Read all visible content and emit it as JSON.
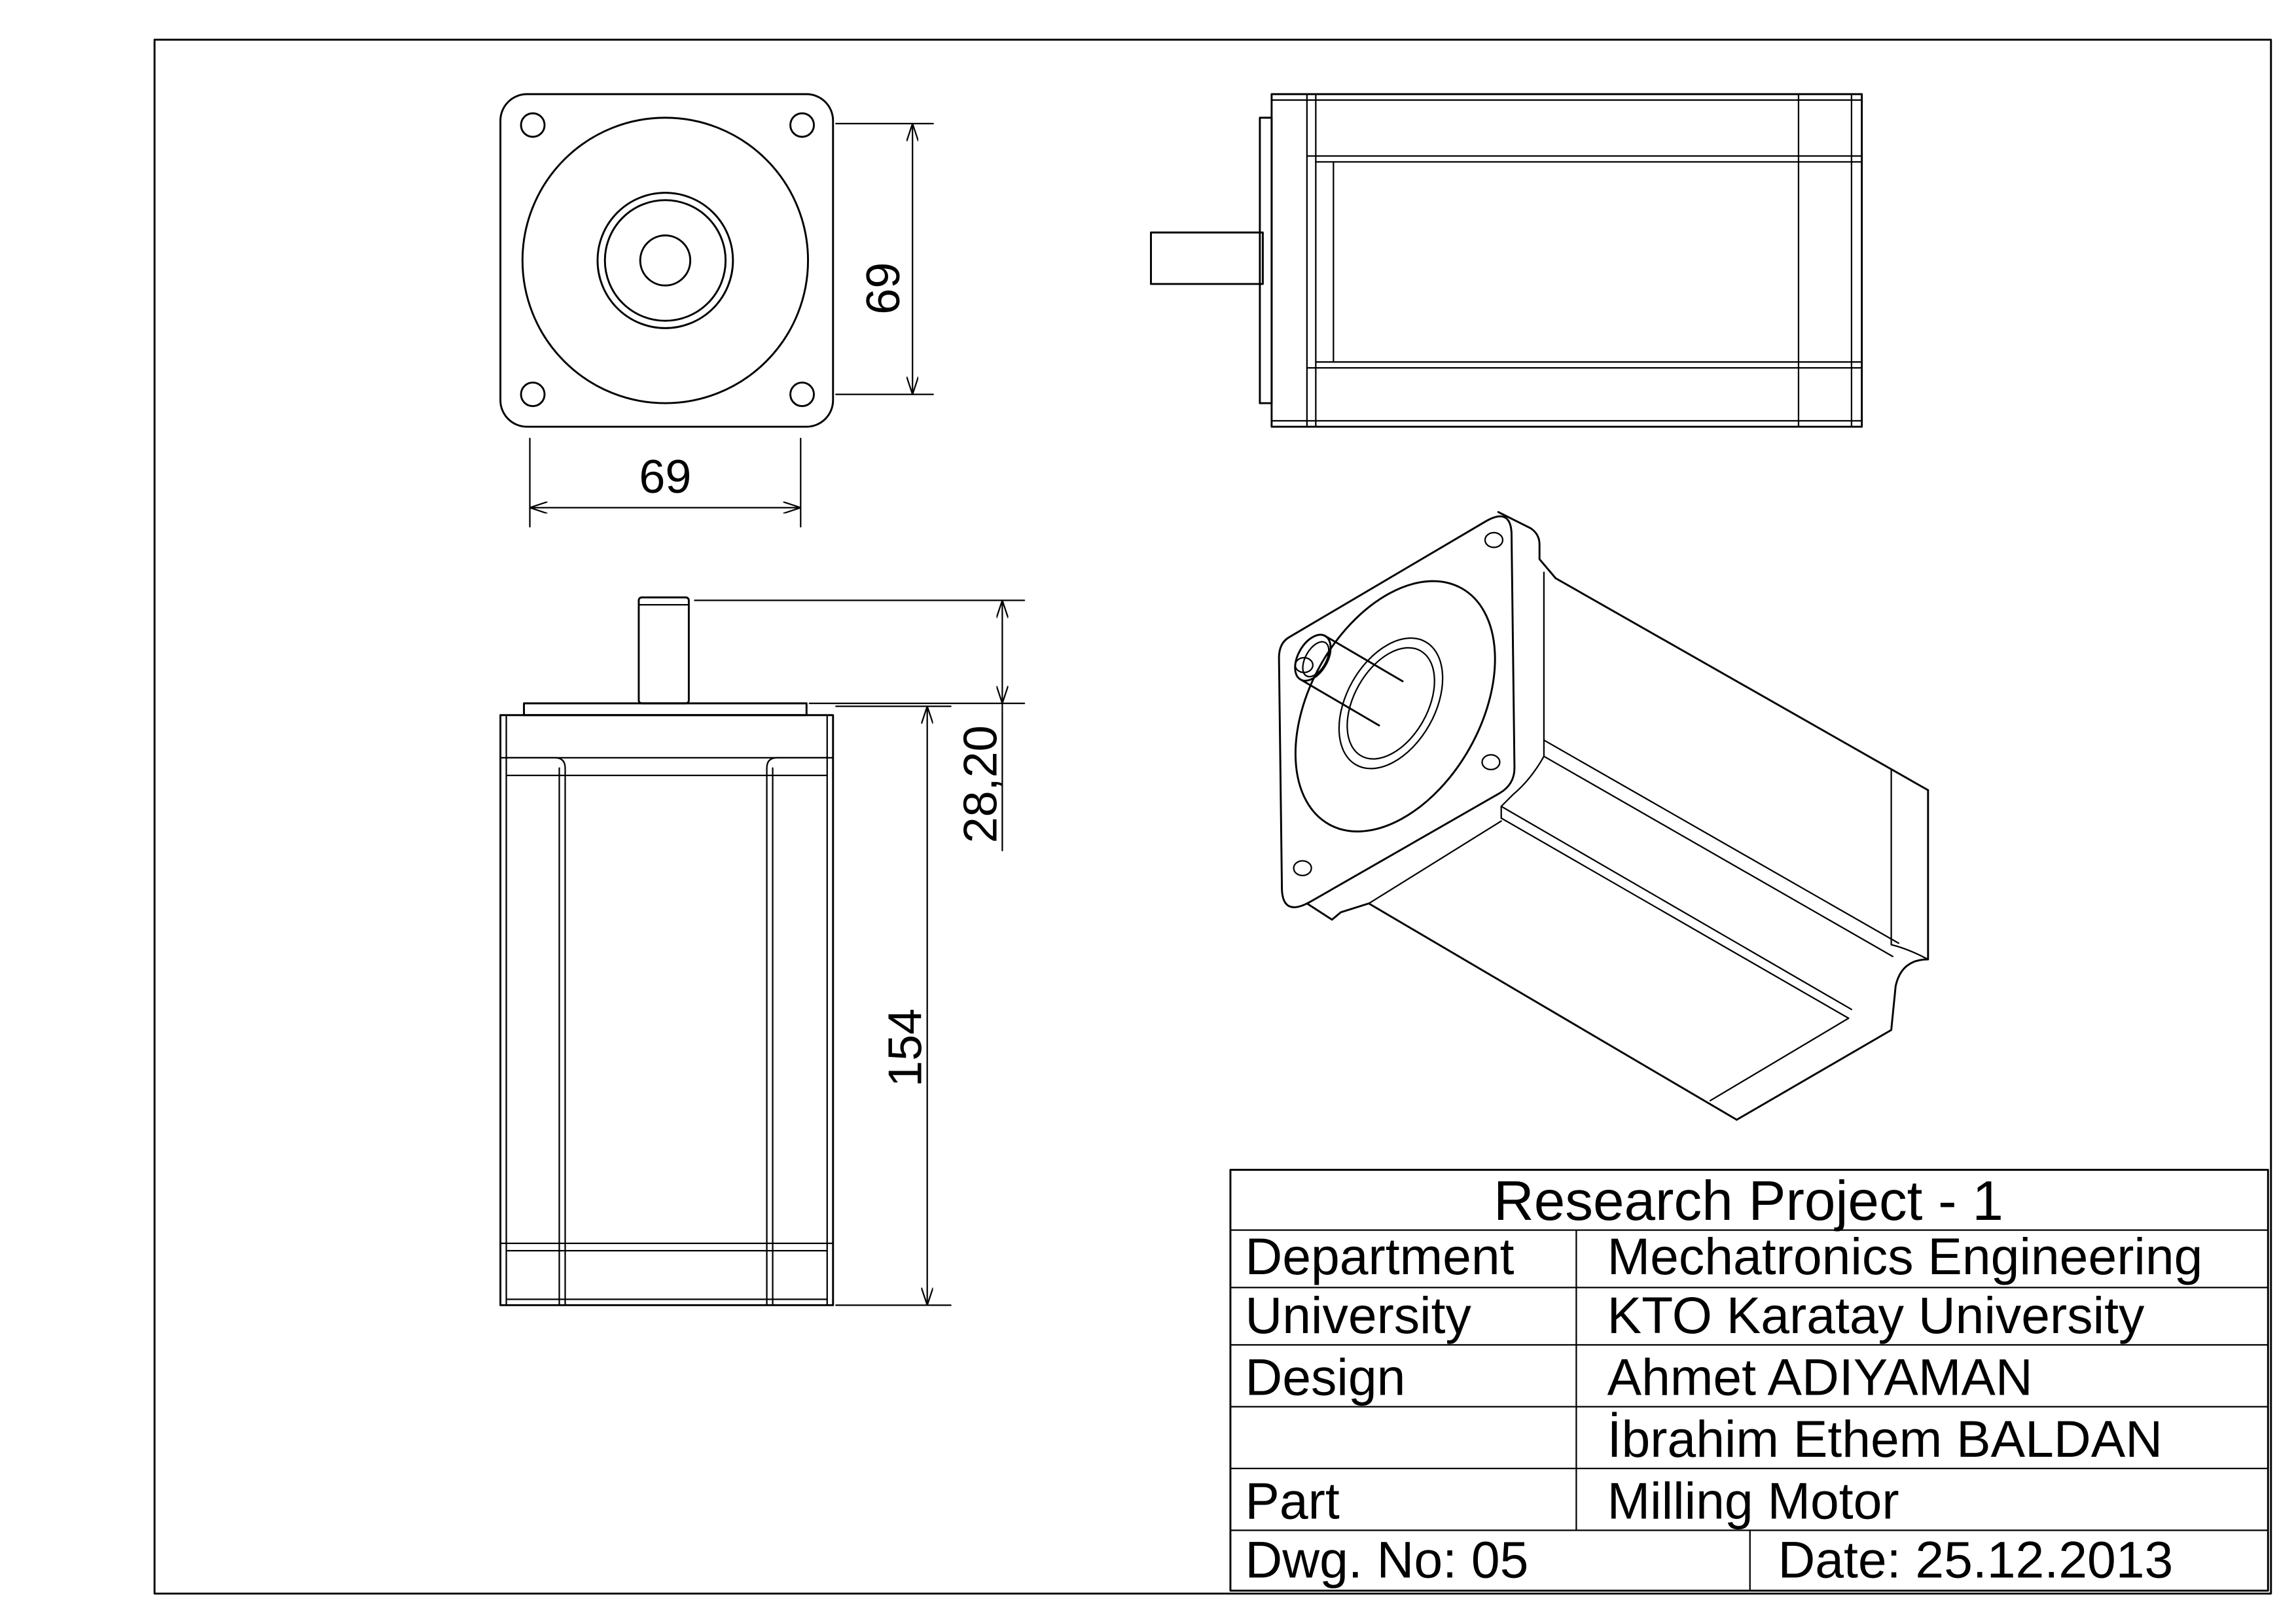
{
  "colors": {
    "ink": "#000000",
    "paper": "#ffffff"
  },
  "drawing": {
    "dimensions": {
      "front_width": "69",
      "front_height": "69",
      "shaft_length": "28,20",
      "body_length": "154"
    }
  },
  "title_block": {
    "title": "Research Project - 1",
    "department_label": "Department",
    "department_value": "Mechatronics Engineering",
    "university_label": "University",
    "university_value": "KTO Karatay University",
    "design_label": "Design",
    "designer_1": "Ahmet ADIYAMAN",
    "designer_2": "İbrahim Ethem BALDAN",
    "part_label": "Part",
    "part_value": "Milling Motor",
    "drawing_number": "Dwg. No: 05",
    "date": "Date: 25.12.2013"
  }
}
